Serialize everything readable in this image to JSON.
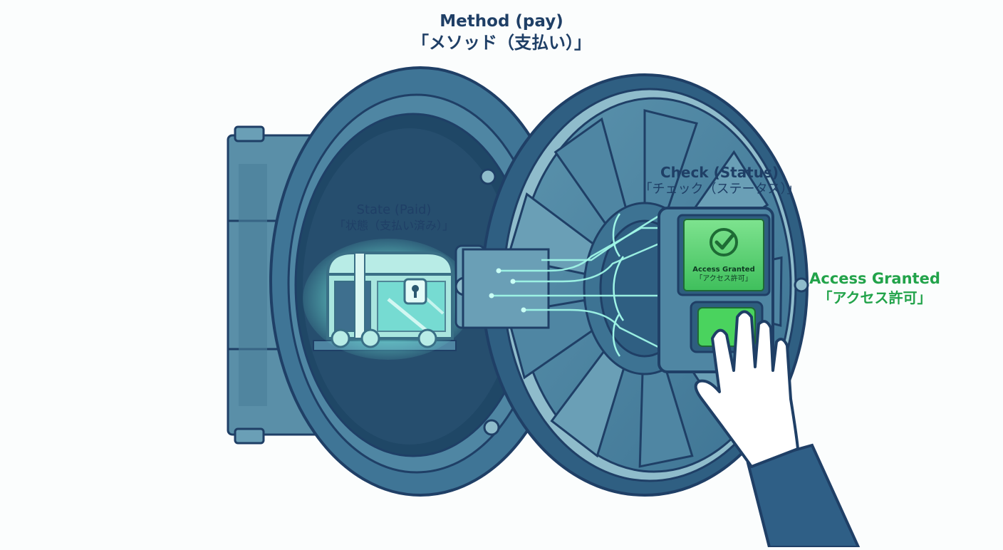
{
  "labels": {
    "method": {
      "en": "Method (pay)",
      "jp": "「メソッド（支払い）」"
    },
    "check": {
      "en": "Check (Status)",
      "jp": "「チェック（ステータス）」"
    },
    "state": {
      "en": "State (Paid)",
      "jp": "「状態（支払い済み）」"
    },
    "access": {
      "en": "Access Granted",
      "jp": "「アクセス許可」"
    }
  },
  "screen": {
    "en": "Access Granted",
    "jp": "「アクセス許可」"
  },
  "colors": {
    "vault_dark": "#2f5f82",
    "vault_mid": "#4f86a3",
    "vault_light": "#8fbccb",
    "outline": "#1f3f66",
    "glow": "#7ff0e0",
    "access_green": "#22a34a",
    "screen_green": "#4fd36b",
    "sleeve": "#2f5f86"
  },
  "icons": [
    "vault-door-icon",
    "treasure-chest-icon",
    "keyhole-icon",
    "checkmark-circle-icon",
    "fingerprint-pad-icon",
    "hand-icon"
  ]
}
